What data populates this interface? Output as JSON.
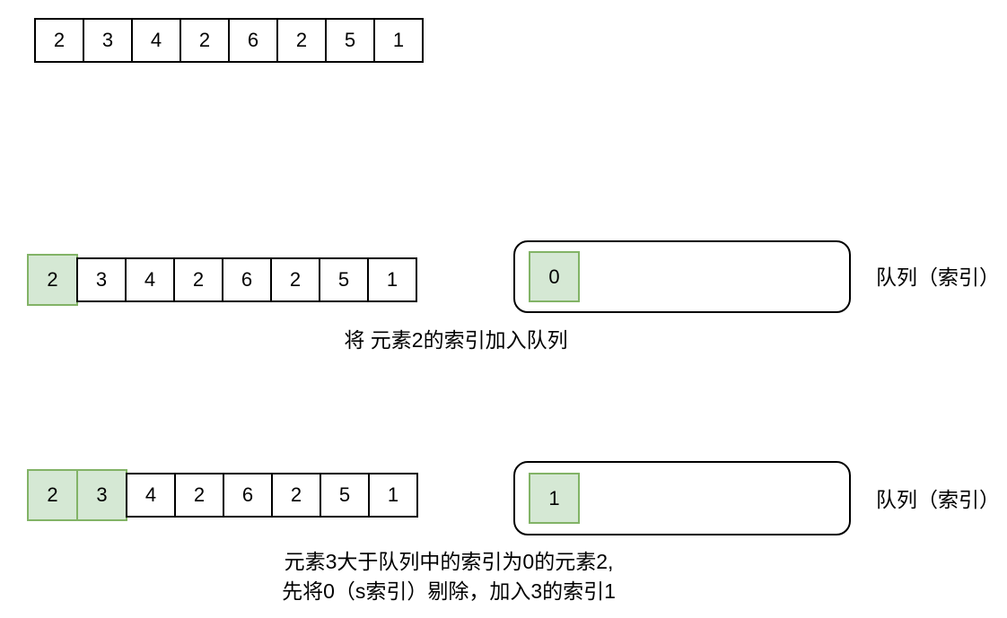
{
  "colors": {
    "highlight_fill": "#d5e8d4",
    "highlight_border": "#82b366",
    "outline": "#000000",
    "background": "#ffffff"
  },
  "initial_row": {
    "cells": [
      "2",
      "3",
      "4",
      "2",
      "6",
      "2",
      "5",
      "1"
    ]
  },
  "step1": {
    "cells": [
      "2",
      "3",
      "4",
      "2",
      "6",
      "2",
      "5",
      "1"
    ],
    "highlighted_cells": [
      0
    ],
    "queue_items": [
      "0"
    ],
    "queue_label": "队列（索引）",
    "caption": "将 元素2的索引加入队列"
  },
  "step2": {
    "cells": [
      "2",
      "3",
      "4",
      "2",
      "6",
      "2",
      "5",
      "1"
    ],
    "highlighted_cells": [
      0,
      1
    ],
    "queue_items": [
      "1"
    ],
    "queue_label": "队列（索引）",
    "caption_line1": "元素3大于队列中的索引为0的元素2,",
    "caption_line2": "先将0（s索引）剔除，加入3的索引1"
  }
}
